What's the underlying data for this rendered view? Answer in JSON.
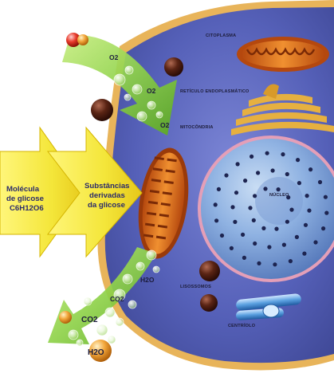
{
  "labels": {
    "cytoplasm": "CITOPLASMA",
    "er": "RETÍCULO ENDOPLASMÁTICO",
    "mitochondrion": "MITOCÔNDRIA",
    "nucleus": "NÚCLEO",
    "lysosomes": "LISOSSOMOS",
    "centriole": "CENTRÍOLO"
  },
  "glucose_arrow": {
    "line1": "Molécula",
    "line2": "de glicose",
    "formula": "C6H12O6"
  },
  "derived_arrow": {
    "line1": "Substâncias",
    "line2": "derivadas",
    "line3": "da glicose"
  },
  "molecules": {
    "o2_a": "O2",
    "o2_b": "O2",
    "o2_c": "O2",
    "h2o_a": "H2O",
    "co2_a": "CO2",
    "co2_b": "CO2",
    "h2o_b": "H2O"
  },
  "colors": {
    "cytoplasm": "#5560b8",
    "cell_membrane": "#e8b45a",
    "nucleus": "#7aa4dc",
    "glucose_arrow": "#f4e63a",
    "green_arrow": "#8fd24a",
    "mitochondrion": "#d9701f",
    "lysosome": "#4a1c10"
  }
}
